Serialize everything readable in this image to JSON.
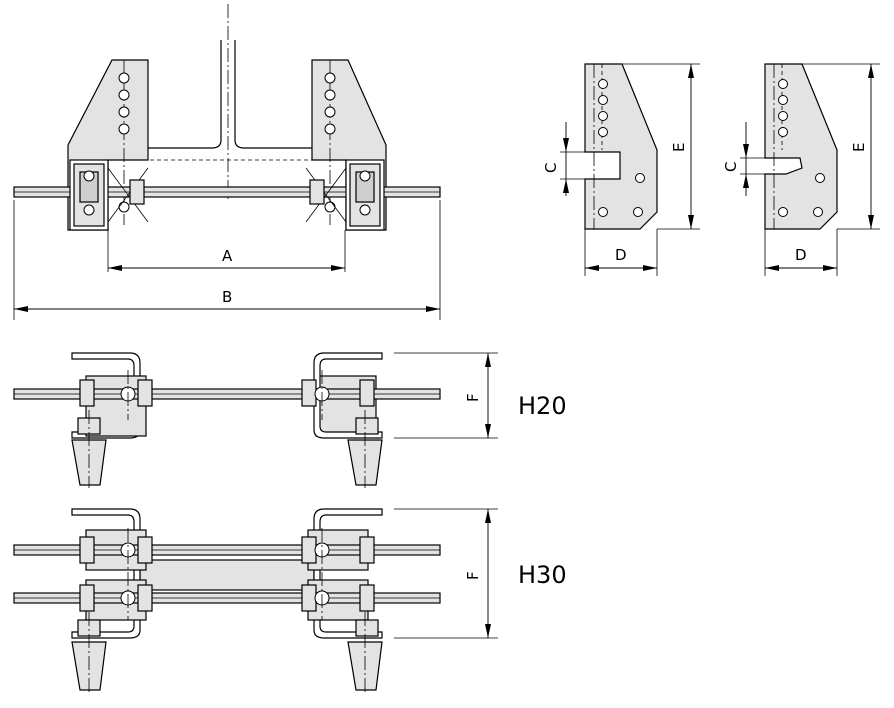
{
  "dimension_labels": {
    "a": "A",
    "b": "B",
    "c_notch": "C",
    "c_hook": "C",
    "d_notch": "D",
    "d_hook": "D",
    "e_notch": "E",
    "e_hook": "E",
    "f_h20": "F",
    "f_h30": "F"
  },
  "variants": {
    "h20": "H20",
    "h30": "H30"
  }
}
